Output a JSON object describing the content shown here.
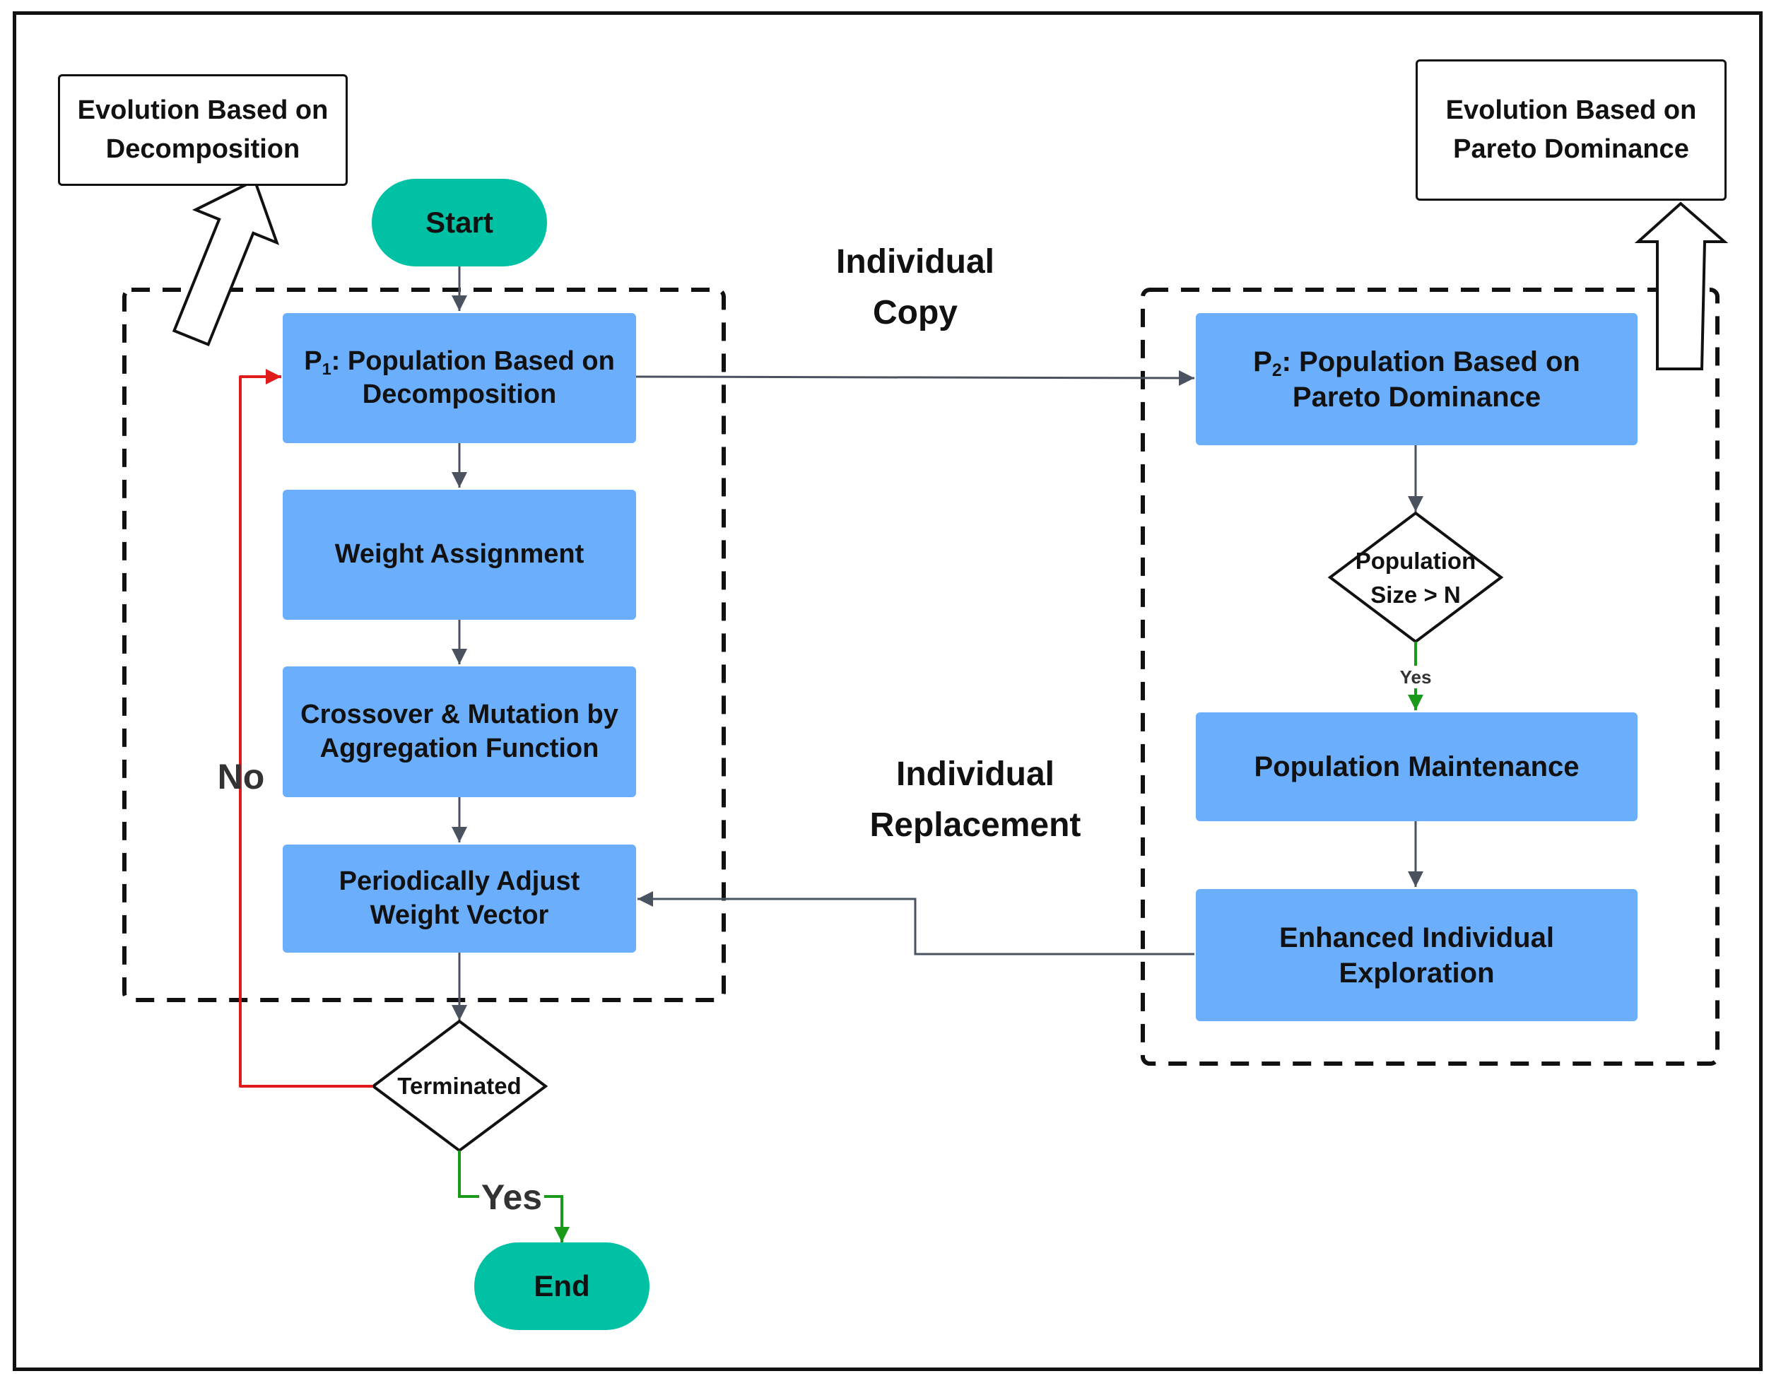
{
  "notes": {
    "left": "Evolution Based on Decomposition",
    "right": "Evolution Based on Pareto Dominance"
  },
  "terminals": {
    "start": "Start",
    "end": "End"
  },
  "left_group": {
    "p1": {
      "prefix": "P",
      "sub": "1",
      "rest": ": Population Based on Decomposition"
    },
    "weight_assignment": "Weight Assignment",
    "crossover": "Crossover & Mutation by Aggregation Function",
    "adjust": "Periodically Adjust Weight Vector"
  },
  "right_group": {
    "p2": {
      "prefix": "P",
      "sub": "2",
      "rest": ": Population Based on Pareto Dominance"
    },
    "decision": "Population Size > N",
    "decision_yes": "Yes",
    "maintenance": "Population Maintenance",
    "exploration": "Enhanced Individual Exploration"
  },
  "decisions": {
    "terminated": "Terminated"
  },
  "edge_labels": {
    "no": "No",
    "yes": "Yes"
  },
  "links": {
    "copy": "Individual Copy",
    "replacement": "Individual Replacement"
  },
  "colors": {
    "process": "#6aaefc",
    "terminal": "#00c1a4",
    "edge": "#4a5260",
    "no_edge": "#e01b1b",
    "yes_edge": "#1a9a1a"
  }
}
